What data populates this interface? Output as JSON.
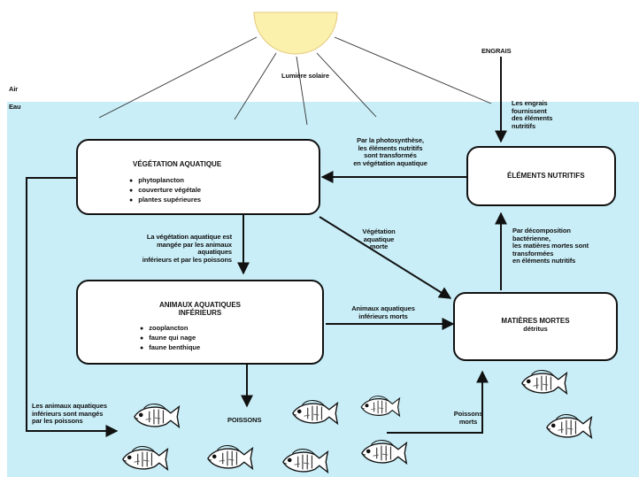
{
  "zones": {
    "air": "Air",
    "water": "Eau"
  },
  "sun_label": "Lumière solaire",
  "engrais": "ENGRAIS",
  "boxes": {
    "vegetation": {
      "title": "VÉGÉTATION AQUATIQUE",
      "items": [
        "phytoplancton",
        "couverture végétale",
        "plantes supérieures"
      ]
    },
    "animaux": {
      "title_line1": "ANIMAUX AQUATIQUES",
      "title_line2": "INFÉRIEURS",
      "items": [
        "zooplancton",
        "faune qui nage",
        "faune benthique"
      ]
    },
    "nutritifs": {
      "title": "ÉLÉMENTS NUTRITIFS"
    },
    "matieres": {
      "title": "MATIÈRES MORTES",
      "subtitle": "détritus"
    }
  },
  "annotations": {
    "engrais_note": [
      "Les engrais",
      "fournissent",
      "des éléments",
      "nutritifs"
    ],
    "photosynthese": [
      "Par la photosynthèse,",
      "les éléments nutritifs",
      "sont transformés",
      "en végétation aquatique"
    ],
    "vegetation_morte": [
      "Végétation",
      "aquatique",
      "morte"
    ],
    "vegetation_mangee": [
      "La végétation aquatique est",
      "mangée par les animaux",
      "aquatiques",
      "inférieurs et par les poissons"
    ],
    "decomposition": [
      "Par décomposition",
      "bactérienne,",
      "les matières mortes sont",
      "transformées",
      "en éléments nutritifs"
    ],
    "animaux_morts": [
      "Animaux aquatiques",
      "inférieurs morts"
    ],
    "animaux_manges": [
      "Les animaux aquatiques",
      "inférieurs sont mangés",
      "par les poissons"
    ],
    "poissons": "POISSONS",
    "poissons_morts": [
      "Poissons",
      "morts"
    ]
  },
  "colors": {
    "water": "#c9eef7",
    "sun": "#fbf1ad",
    "sun_stroke": "#e5c87c",
    "line": "#111111"
  }
}
